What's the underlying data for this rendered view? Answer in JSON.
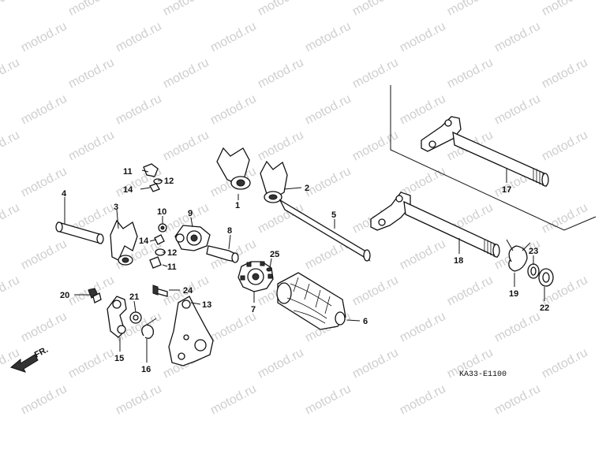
{
  "watermark": {
    "text": "motod.ru"
  },
  "diagram_code": "KA33-E1100",
  "direction_label": "FR.",
  "parts": [
    {
      "id": "p1",
      "label": "1"
    },
    {
      "id": "p2",
      "label": "2"
    },
    {
      "id": "p3",
      "label": "3"
    },
    {
      "id": "p4",
      "label": "4"
    },
    {
      "id": "p5",
      "label": "5"
    },
    {
      "id": "p6",
      "label": "6"
    },
    {
      "id": "p7",
      "label": "7"
    },
    {
      "id": "p8",
      "label": "8"
    },
    {
      "id": "p9",
      "label": "9"
    },
    {
      "id": "p10",
      "label": "10"
    },
    {
      "id": "p11a",
      "label": "11"
    },
    {
      "id": "p11b",
      "label": "11"
    },
    {
      "id": "p12a",
      "label": "12"
    },
    {
      "id": "p12b",
      "label": "12"
    },
    {
      "id": "p13",
      "label": "13"
    },
    {
      "id": "p14a",
      "label": "14"
    },
    {
      "id": "p14b",
      "label": "14"
    },
    {
      "id": "p15",
      "label": "15"
    },
    {
      "id": "p16",
      "label": "16"
    },
    {
      "id": "p17",
      "label": "17"
    },
    {
      "id": "p18",
      "label": "18"
    },
    {
      "id": "p19",
      "label": "19"
    },
    {
      "id": "p20",
      "label": "20"
    },
    {
      "id": "p21",
      "label": "21"
    },
    {
      "id": "p22",
      "label": "22"
    },
    {
      "id": "p23",
      "label": "23"
    },
    {
      "id": "p24",
      "label": "24"
    },
    {
      "id": "p25",
      "label": "25"
    }
  ]
}
